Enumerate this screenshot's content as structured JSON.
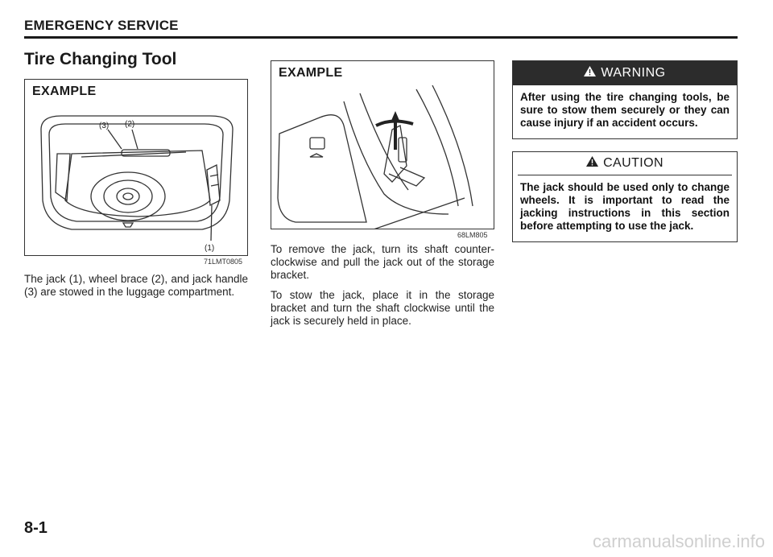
{
  "header": {
    "section": "EMERGENCY SERVICE"
  },
  "title": "Tire Changing Tool",
  "figure1": {
    "label": "EXAMPLE",
    "code": "71LMT0805",
    "callouts": {
      "c1": "(1)",
      "c2": "(2)",
      "c3": "(3)"
    }
  },
  "figure2": {
    "label": "EXAMPLE",
    "code": "68LM805"
  },
  "col1": {
    "paragraph": "The jack (1), wheel brace (2), and jack handle (3) are stowed in the luggage compartment."
  },
  "col2": {
    "paragraph1": "To remove the jack, turn its shaft counter-clockwise and pull the jack out of the storage bracket.",
    "paragraph2": "To stow the jack, place it in the storage bracket and turn the shaft clockwise until the jack is securely held in place."
  },
  "warning": {
    "title": "WARNING",
    "text": "After using the tire changing tools, be sure to stow them securely or they can cause injury if an accident occurs."
  },
  "caution": {
    "title": "CAUTION",
    "text": "The jack should be used only to change wheels. It is important to read the jacking instructions in this section before attempting to use the jack."
  },
  "footer": {
    "page_number": "8-1",
    "watermark": "carmanualsonline.info"
  },
  "icons": {
    "warning": "warning-triangle-icon",
    "caution": "caution-triangle-icon"
  }
}
